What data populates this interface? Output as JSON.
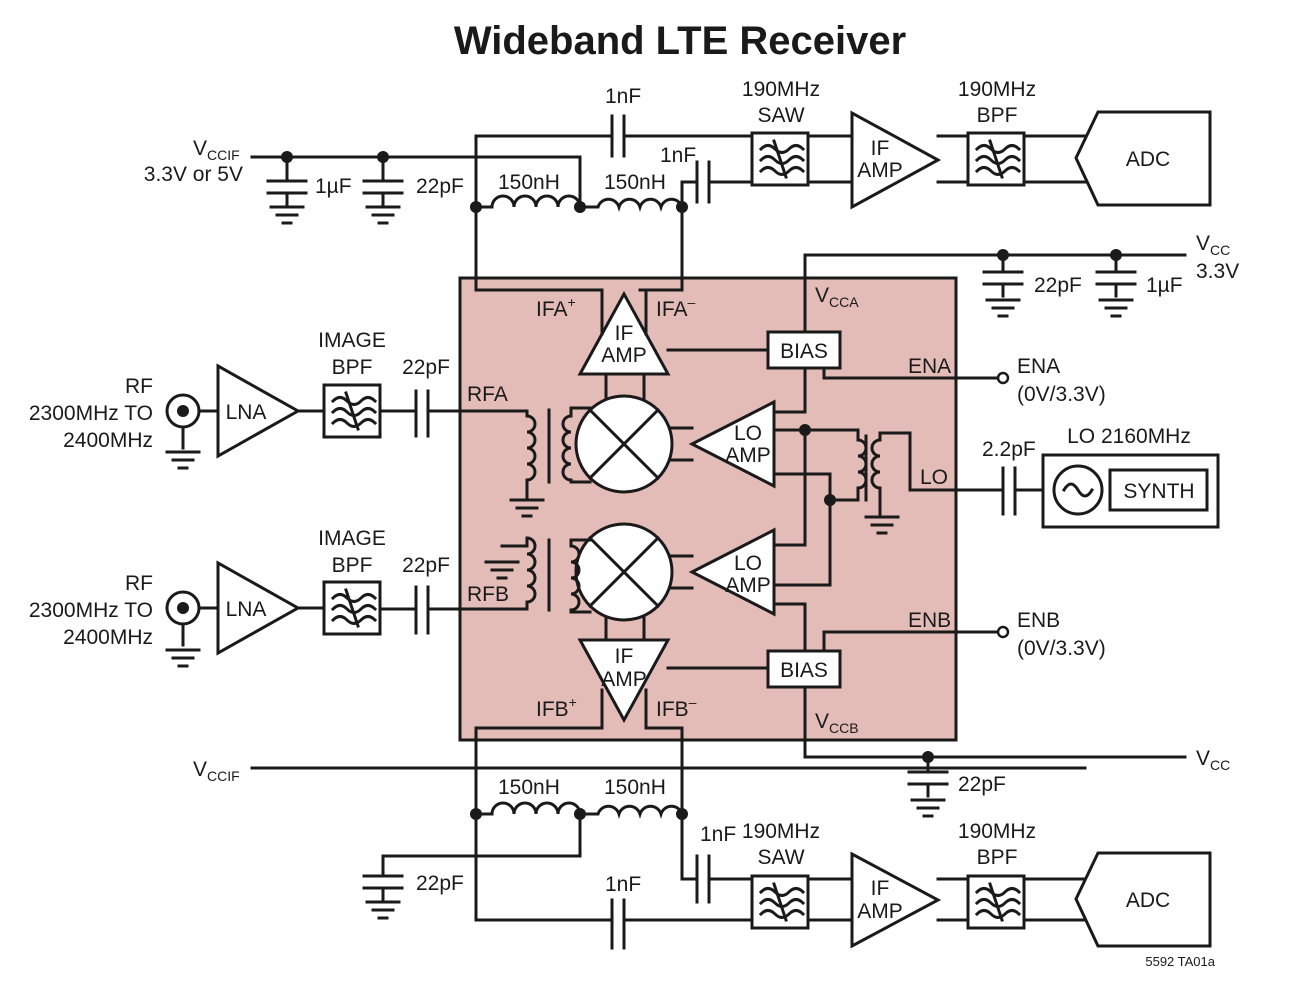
{
  "title": "Wideband LTE Receiver",
  "figure_code": "5592 TA01a",
  "colors": {
    "chip_fill": "#e3bcb8",
    "line": "#1a1a1a",
    "background": "#ffffff"
  },
  "supply": {
    "vccif_main": "V",
    "vccif_sub": "CCIF",
    "vccif_voltage": "3.3V or 5V",
    "vcc_main": "V",
    "vcc_sub": "CC",
    "vcc_voltage": "3.3V"
  },
  "components": {
    "cap_1uF": "1µF",
    "cap_22pF": "22pF",
    "cap_1nF": "1nF",
    "cap_2p2pF": "2.2pF",
    "ind_150nH": "150nH",
    "saw_freq": "190MHz",
    "saw_label": "SAW",
    "bpf_freq": "190MHz",
    "bpf_label": "BPF",
    "if_amp_top": "IF",
    "if_amp_bottom": "AMP",
    "adc": "ADC",
    "image_bpf_top": "IMAGE",
    "image_bpf_bottom": "BPF",
    "lna": "LNA",
    "rf_label": "RF",
    "rf_range_top": "2300MHz TO",
    "rf_range_bottom": "2400MHz",
    "lo_amp_top": "LO",
    "lo_amp_bottom": "AMP",
    "bias": "BIAS",
    "synth": "SYNTH",
    "lo_source": "LO 2160MHz"
  },
  "pins": {
    "ifa_plus": "IFA",
    "ifa_minus": "IFA",
    "ifb_plus": "IFB",
    "ifb_minus": "IFB",
    "plus": "+",
    "minus": "–",
    "vcca_main": "V",
    "vcca_sub": "CCA",
    "vccb_main": "V",
    "vccb_sub": "CCB",
    "ena": "ENA",
    "enb": "ENB",
    "rfa": "RFA",
    "rfb": "RFB",
    "lo": "LO"
  },
  "controls": {
    "ena_label": "ENA",
    "ena_range": "(0V/3.3V)",
    "enb_label": "ENB",
    "enb_range": "(0V/3.3V)"
  }
}
